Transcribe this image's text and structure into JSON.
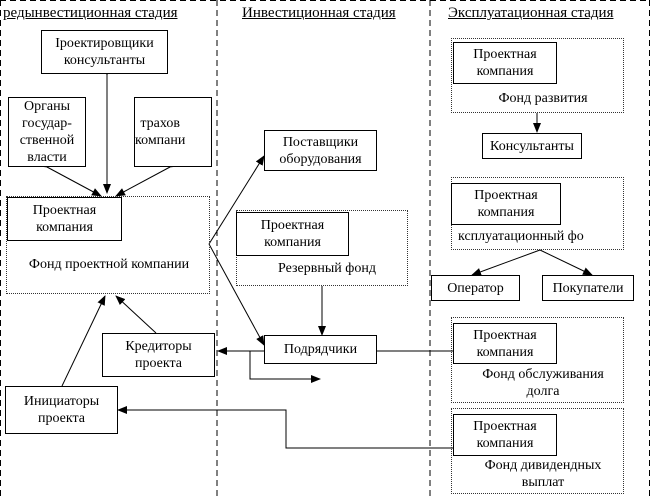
{
  "headers": {
    "pre": "редынвестиционная стадия",
    "invest": "Инвестиционная стадия",
    "exploit": "Эксплуатационная стадия"
  },
  "nodes": {
    "designers": "Іроектировщики\nконсультанты",
    "authorities": "Органы\nгосудар-\nственной\nвласти",
    "insurers": "трахов\nкомпани",
    "project_company_left": "Проектная\nкомпания",
    "project_fund": "Фонд проектной компании",
    "suppliers": "Поставщики\nоборудования",
    "project_company_mid": "Проектная\nкомпания",
    "reserve_fund": "Резервный фонд",
    "contractors": "Подрядчики",
    "creditors": "Кредиторы\nпроекта",
    "initiators": "Инициаторы\nпроекта",
    "project_company_r1": "Проектная\nкомпания",
    "development_fund": "Фонд развития",
    "consultants": "Консультанты",
    "project_company_r2": "Проектная\nкомпания",
    "operation_fund": "ксплуатационный фо",
    "operator": "Оператор",
    "buyers": "Покупатели",
    "project_company_r3": "Проектная\nкомпания",
    "debt_service_fund": "Фонд обслуживания\nдолга",
    "project_company_r4": "Проектная\nкомпания",
    "dividend_fund": "Фонд дивидендных\nвыплат"
  }
}
